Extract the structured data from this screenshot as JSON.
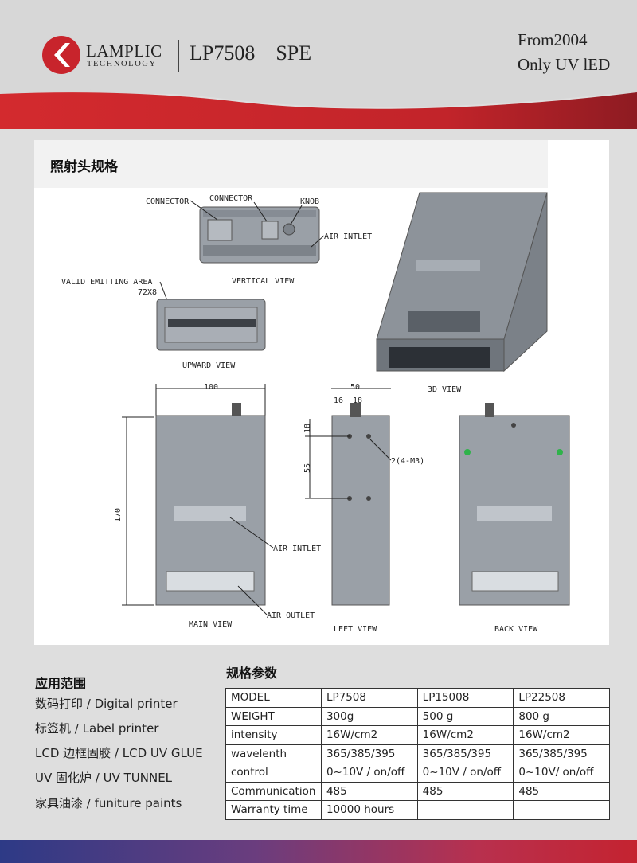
{
  "header": {
    "brand_name": "LAMPLIC",
    "brand_sub": "TECHNOLOGY",
    "model_title": "LP7508    SPE",
    "tagline_1": "From2004",
    "tagline_2": "Only UV lED",
    "colors": {
      "accent_red": "#c8242c",
      "header_gray": "#d7d7d7"
    }
  },
  "panel": {
    "title": "照射头规格",
    "labels": {
      "connector_1": "CONNECTOR",
      "connector_2": "CONNECTOR",
      "knob": "KNOB",
      "air_inlet_top": "AIR INTLET",
      "vertical_view": "VERTICAL VIEW",
      "valid_area": "VALID EMITTING AREA",
      "valid_size": "72X8",
      "upward_view": "UPWARD VIEW",
      "view_3d": "3D VIEW",
      "dim_100": "100",
      "dim_170": "170",
      "dim_50": "50",
      "dim_16": "16",
      "dim_18a": "18",
      "dim_18b": "18",
      "dim_55": "55",
      "screw_note": "2(4-M3)",
      "air_inlet_main": "AIR INTLET",
      "air_outlet": "AIR OUTLET",
      "main_view": "MAIN VIEW",
      "left_view": "LEFT VIEW",
      "back_view": "BACK VIEW"
    }
  },
  "applications": {
    "title": "应用范围",
    "items": [
      "数码打印 / Digital printer",
      "标签机 / Label printer",
      "LCD 边框固胶 / LCD UV GLUE",
      "UV 固化炉 / UV TUNNEL",
      "家具油漆 / funiture paints"
    ]
  },
  "specs": {
    "title": "规格参数",
    "rows": [
      [
        "MODEL",
        "LP7508",
        "LP15008",
        "LP22508"
      ],
      [
        "WEIGHT",
        "300g",
        "500 g",
        "800 g"
      ],
      [
        "intensity",
        "16W/cm2",
        "16W/cm2",
        "16W/cm2"
      ],
      [
        "wavelenth",
        "365/385/395",
        "365/385/395",
        "365/385/395"
      ],
      [
        "control",
        "0~10V / on/off",
        "0~10V / on/off",
        "0~10V/ on/off"
      ],
      [
        "Communication",
        "485",
        "485",
        "485"
      ],
      [
        "Warranty time",
        "10000 hours",
        "",
        ""
      ]
    ]
  }
}
